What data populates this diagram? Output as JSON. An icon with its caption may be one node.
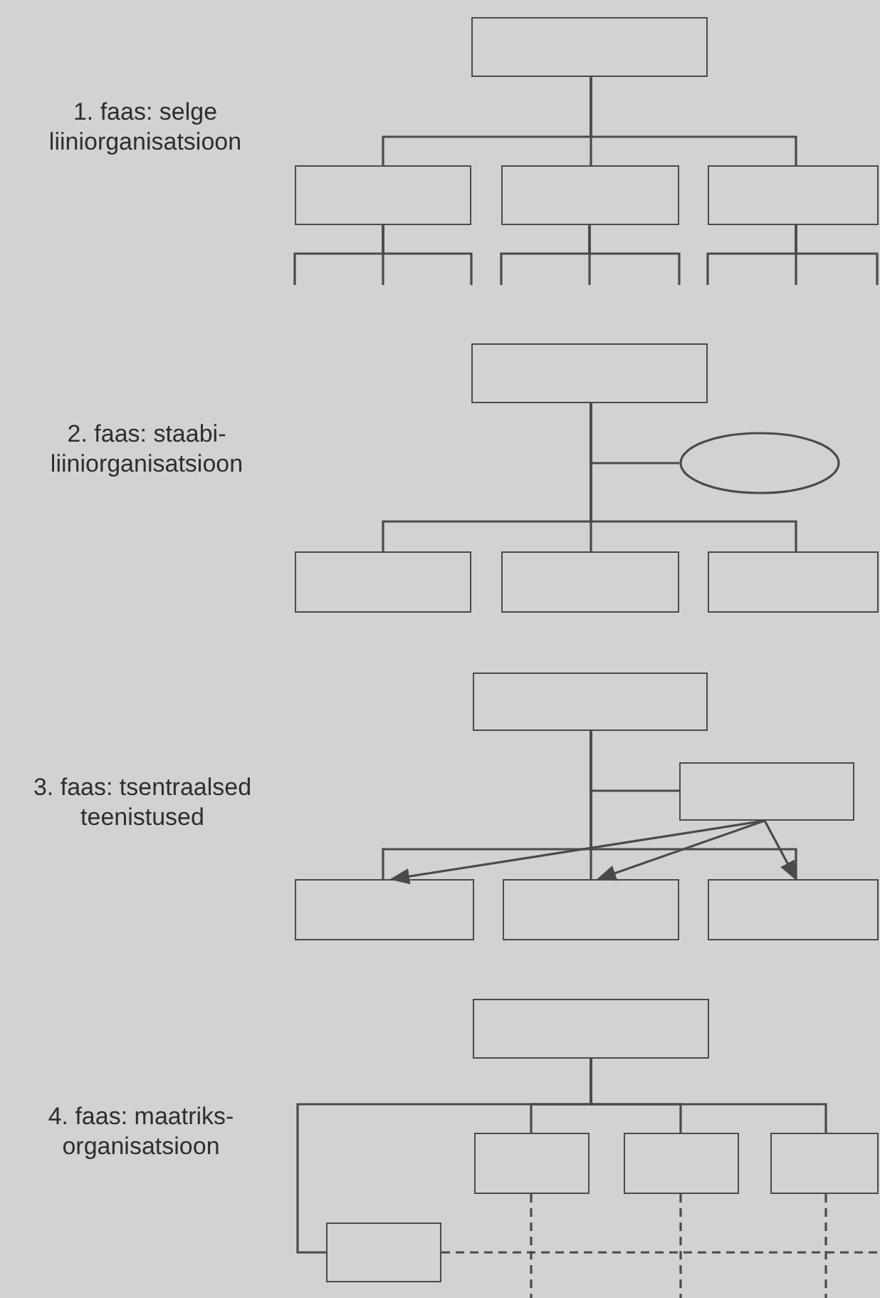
{
  "diagram": {
    "nodes": [
      {
        "text": [],
        "shape": "box"
      },
      {
        "text": [],
        "shape": "box"
      },
      {
        "text": [],
        "shape": "box"
      },
      {
        "text": [],
        "shape": "box"
      },
      {
        "text": [],
        "shape": "box"
      },
      {
        "text": [],
        "shape": "ellipse"
      },
      {
        "text": [],
        "shape": "box"
      },
      {
        "text": [],
        "shape": "box"
      },
      {
        "text": [],
        "shape": "box"
      },
      {
        "text": [],
        "shape": "box"
      },
      {
        "text": [],
        "shape": "box"
      },
      {
        "text": [],
        "shape": "box"
      },
      {
        "text": [],
        "shape": "box"
      },
      {
        "text": [],
        "shape": "box"
      },
      {
        "text": [],
        "shape": "box"
      },
      {
        "text": [],
        "shape": "box"
      },
      {
        "text": [],
        "shape": "box"
      },
      {
        "text": [],
        "shape": "box"
      },
      {
        "text": [],
        "shape": "box"
      }
    ],
    "edges": [
      {
        "from": 0,
        "to": 1,
        "arrow": "none"
      },
      {
        "from": 0,
        "to": 2,
        "arrow": "none"
      },
      {
        "from": 0,
        "to": 3,
        "arrow": "none"
      },
      {
        "from": 1,
        "to": null,
        "arrow": "none"
      },
      {
        "from": 1,
        "to": null,
        "arrow": "none"
      },
      {
        "from": 1,
        "to": null,
        "arrow": "none"
      },
      {
        "from": 2,
        "to": null,
        "arrow": "none"
      },
      {
        "from": 2,
        "to": null,
        "arrow": "none"
      },
      {
        "from": 2,
        "to": null,
        "arrow": "none"
      },
      {
        "from": 3,
        "to": null,
        "arrow": "none"
      },
      {
        "from": 3,
        "to": null,
        "arrow": "none"
      },
      {
        "from": 3,
        "to": null,
        "arrow": "none"
      },
      {
        "from": 4,
        "to": 5,
        "arrow": "none"
      },
      {
        "from": 4,
        "to": 6,
        "arrow": "none"
      },
      {
        "from": 4,
        "to": 7,
        "arrow": "none"
      },
      {
        "from": 4,
        "to": 8,
        "arrow": "none"
      },
      {
        "from": 9,
        "to": 10,
        "arrow": "none"
      },
      {
        "from": 9,
        "to": 11,
        "arrow": "none"
      },
      {
        "from": 9,
        "to": 12,
        "arrow": "none"
      },
      {
        "from": 9,
        "to": 13,
        "arrow": "none"
      },
      {
        "from": 10,
        "to": 11,
        "arrow": "to"
      },
      {
        "from": 10,
        "to": 12,
        "arrow": "to"
      },
      {
        "from": 10,
        "to": 13,
        "arrow": "to"
      },
      {
        "from": 14,
        "to": 15,
        "arrow": "none"
      },
      {
        "from": 14,
        "to": 16,
        "arrow": "none"
      },
      {
        "from": 14,
        "to": 17,
        "arrow": "none"
      },
      {
        "from": 14,
        "to": 18,
        "arrow": "none"
      },
      {
        "from": 18,
        "to": null,
        "arrow": "none",
        "style": "dashed"
      },
      {
        "from": 15,
        "to": null,
        "arrow": "none",
        "style": "dashed"
      },
      {
        "from": 16,
        "to": null,
        "arrow": "none",
        "style": "dashed"
      },
      {
        "from": 17,
        "to": null,
        "arrow": "none",
        "style": "dashed"
      }
    ],
    "labels": [
      "1. faas: selge liiniorganisatsioon",
      "2. faas: staabi-liiniorganisatsioon",
      "3. faas: tsentraalsed teenistused",
      "4. faas: maatriks-organisatsioon"
    ]
  }
}
